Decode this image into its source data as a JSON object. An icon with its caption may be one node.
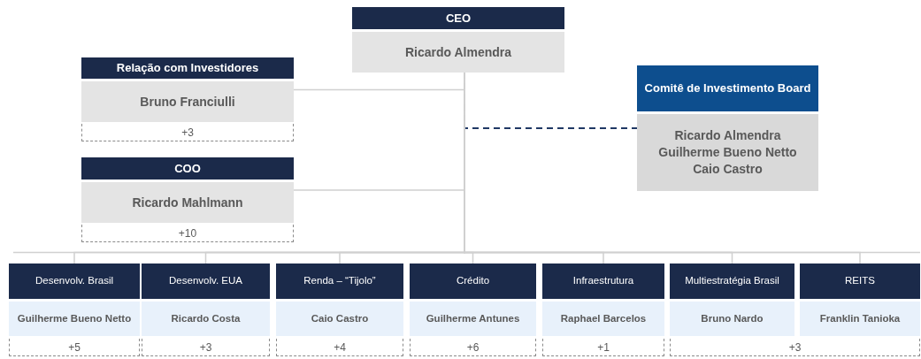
{
  "diagram": {
    "nodes": [
      {
        "text": [
          "CEO",
          "Ricardo Almendra"
        ]
      },
      {
        "text": [
          "Relação com Investidores",
          "Bruno Franciulli"
        ]
      },
      {
        "text": [
          "+3"
        ]
      },
      {
        "text": [
          "Comitê de Investimento Board",
          "Ricardo Almendra",
          "Guilherme Bueno Netto",
          "Caio Castro"
        ]
      },
      {
        "text": [
          "COO",
          "Ricardo Mahlmann"
        ]
      },
      {
        "text": [
          "+10"
        ]
      },
      {
        "text": [
          "Desenvolv. Brasil",
          "Guilherme Bueno Netto"
        ]
      },
      {
        "text": [
          "Desenvolv. EUA",
          "Ricardo Costa"
        ]
      },
      {
        "text": [
          "Renda – “Tijolo”",
          "Caio Castro"
        ]
      },
      {
        "text": [
          "Crédito",
          "Guilherme Antunes"
        ]
      },
      {
        "text": [
          "Infraestrutura",
          "Raphael Barcelos"
        ]
      },
      {
        "text": [
          "Multiestratégia Brasil",
          "Bruno Nardo"
        ]
      },
      {
        "text": [
          "REITS",
          "Franklin Tanioka"
        ]
      },
      {
        "text": [
          "+5"
        ]
      },
      {
        "text": [
          "+3"
        ]
      },
      {
        "text": [
          "+4"
        ]
      },
      {
        "text": [
          "+6"
        ]
      },
      {
        "text": [
          "+1"
        ]
      },
      {
        "text": [
          "+3"
        ]
      }
    ],
    "edges": [
      {
        "from": 0,
        "to": 1,
        "arrow": "none"
      },
      {
        "from": 0,
        "to": 4,
        "arrow": "none"
      },
      {
        "from": 0,
        "to": 3,
        "arrow": "none",
        "style": "dashed",
        "color": "#1f3864"
      },
      {
        "from": 0,
        "to": 6,
        "arrow": "none"
      },
      {
        "from": 0,
        "to": 7,
        "arrow": "none"
      },
      {
        "from": 0,
        "to": 8,
        "arrow": "none"
      },
      {
        "from": 0,
        "to": 9,
        "arrow": "none"
      },
      {
        "from": 0,
        "to": 10,
        "arrow": "none"
      },
      {
        "from": 0,
        "to": 11,
        "arrow": "none"
      },
      {
        "from": 0,
        "to": 12,
        "arrow": "none"
      }
    ]
  }
}
